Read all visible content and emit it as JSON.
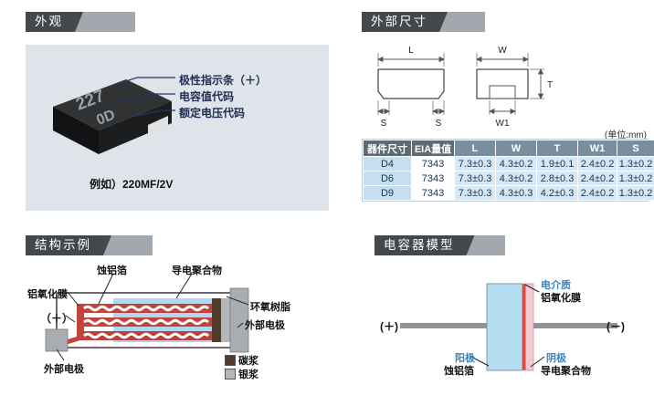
{
  "appearance": {
    "header": "外观",
    "chip": {
      "marking_top": "227",
      "marking_bottom": "0D"
    },
    "labels": {
      "polarity": "极性指示条（＋）",
      "cap_code": "电容值代码",
      "voltage_code": "额定电压代码"
    },
    "example": "例如）220MF/2V"
  },
  "dimensions": {
    "header": "外部尺寸",
    "unit_note": "(单位:mm)",
    "diagram": {
      "L": "L",
      "W": "W",
      "T": "T",
      "W1": "W1",
      "S_left": "S",
      "S_right": "S"
    },
    "table": {
      "columns": [
        "器件尺寸",
        "EIA量值",
        "L",
        "W",
        "T",
        "W1",
        "S"
      ],
      "rows": [
        [
          "D4",
          "7343",
          "7.3±0.3",
          "4.3±0.2",
          "1.9±0.1",
          "2.4±0.2",
          "1.3±0.2"
        ],
        [
          "D6",
          "7343",
          "7.3±0.3",
          "4.3±0.2",
          "2.8±0.3",
          "2.4±0.2",
          "1.3±0.2"
        ],
        [
          "D9",
          "7343",
          "7.3±0.3",
          "4.3±0.3",
          "4.2±0.3",
          "2.4±0.2",
          "1.3±0.2"
        ]
      ]
    }
  },
  "structure": {
    "header": "结构示例",
    "labels": {
      "etched_foil": "蚀铝箔",
      "conductive_polymer": "导电聚合物",
      "aluminum_oxide_film": "铝氧化膜",
      "epoxy_resin": "环氧树脂",
      "plus": "（＋）",
      "external_electrode_right": "外部电极",
      "external_electrode_bottom": "外部电极"
    },
    "legend": [
      {
        "label": "碳浆",
        "color": "#513a2a"
      },
      {
        "label": "银浆",
        "color": "#b3b7ba"
      }
    ]
  },
  "model": {
    "header": "电容器模型",
    "labels": {
      "dielectric": "电介质",
      "oxide_film": "铝氧化膜",
      "plus": "(＋)",
      "minus": "(－)",
      "anode": "阳极",
      "anode_material": "蚀铝箔",
      "cathode": "阴极",
      "cathode_material": "导电聚合物"
    }
  },
  "colors": {
    "section_header_dark": "#43484c",
    "section_header_tail": "#a2a8ad",
    "appearance_panel_bg": "#dee4ea",
    "table_header_gray": "#5f6a72",
    "table_header_blue": "#7a8f9e",
    "table_first_col_bg": "#c5def0",
    "table_data_bg": "#d7e8f4",
    "polymer_blue": "#aed9f0",
    "carbon_brown": "#513a2a",
    "silver_gray": "#b3b7ba",
    "foil_red": "#c0443c",
    "model_anode_blue": "#b5ddf2",
    "model_polymer_pink": "#f3c9d2",
    "accent_label_blue": "#2f86c8",
    "leader_line_navy": "#27366b"
  }
}
